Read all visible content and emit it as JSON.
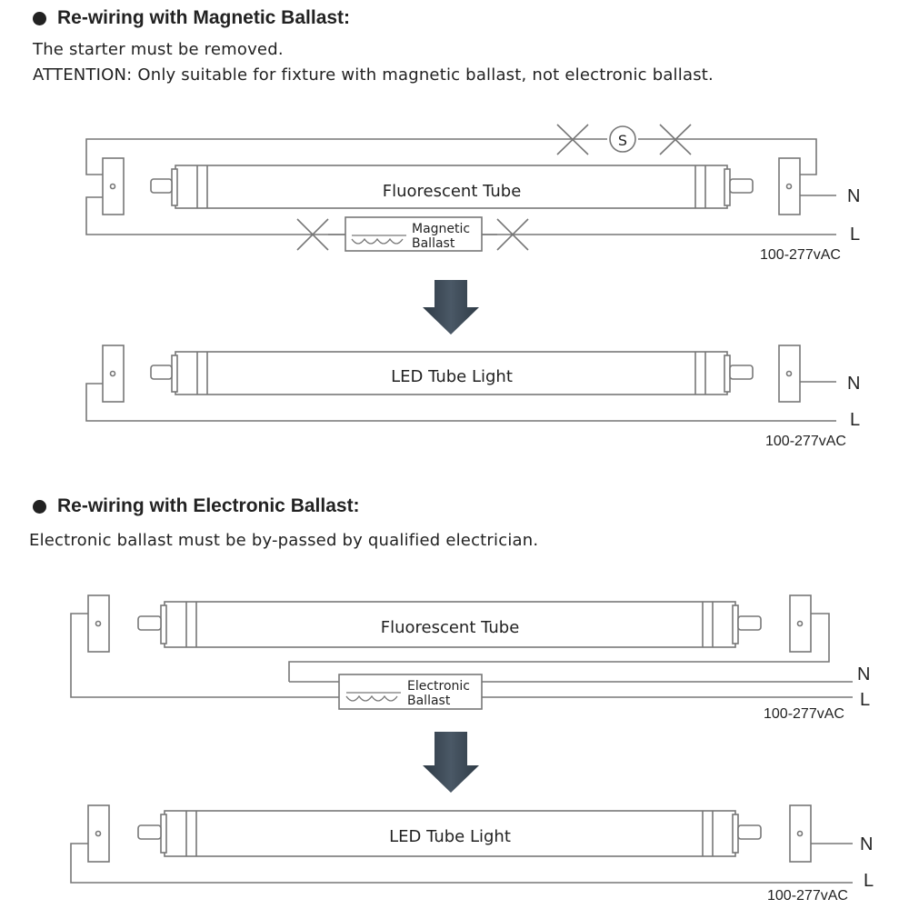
{
  "section1": {
    "heading": "Re-wiring with Magnetic Ballast:",
    "note1": "The starter must be removed.",
    "note2": "ATTENTION: Only suitable for fixture with magnetic ballast, not electronic ballast.",
    "before": {
      "tube_label": "Fluorescent Tube",
      "ballast_label_line1": "Magnetic",
      "ballast_label_line2": "Ballast",
      "starter_label": "S",
      "neutral_label": "N",
      "live_label": "L",
      "voltage": "100-277vAC"
    },
    "after": {
      "tube_label": "LED Tube Light",
      "neutral_label": "N",
      "live_label": "L",
      "voltage": "100-277vAC"
    }
  },
  "section2": {
    "heading": "Re-wiring with Electronic Ballast:",
    "note1": "Electronic ballast must be by-passed by qualified electrician.",
    "before": {
      "tube_label": "Fluorescent Tube",
      "ballast_label_line1": "Electronic",
      "ballast_label_line2": "Ballast",
      "neutral_label": "N",
      "live_label": "L",
      "voltage": "100-277vAC"
    },
    "after": {
      "tube_label": "LED Tube Light",
      "neutral_label": "N",
      "live_label": "L",
      "voltage": "100-277vAC"
    }
  },
  "colors": {
    "line": "#777777",
    "arrow": "#3c4a57",
    "text": "#222222"
  }
}
